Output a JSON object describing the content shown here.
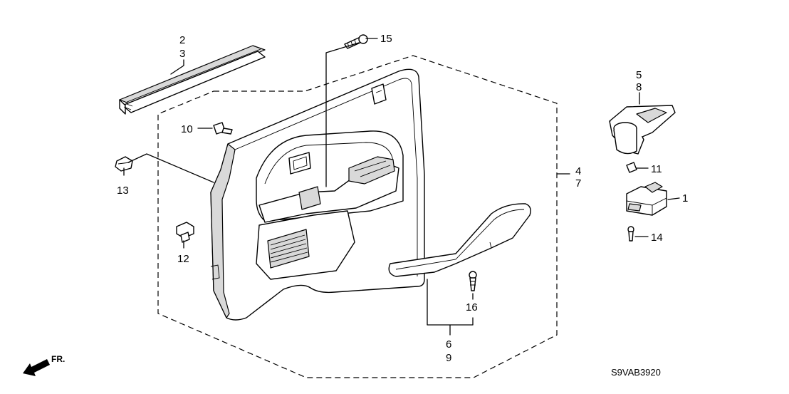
{
  "callouts": {
    "c1": "1",
    "c2": "2",
    "c3": "3",
    "c4": "4",
    "c5": "5",
    "c6": "6",
    "c7": "7",
    "c8": "8",
    "c9": "9",
    "c10": "10",
    "c11": "11",
    "c12": "12",
    "c13": "13",
    "c14": "14",
    "c15": "15",
    "c16": "16"
  },
  "direction": {
    "label": "FR."
  },
  "diagram_code": "S9VAB3920"
}
